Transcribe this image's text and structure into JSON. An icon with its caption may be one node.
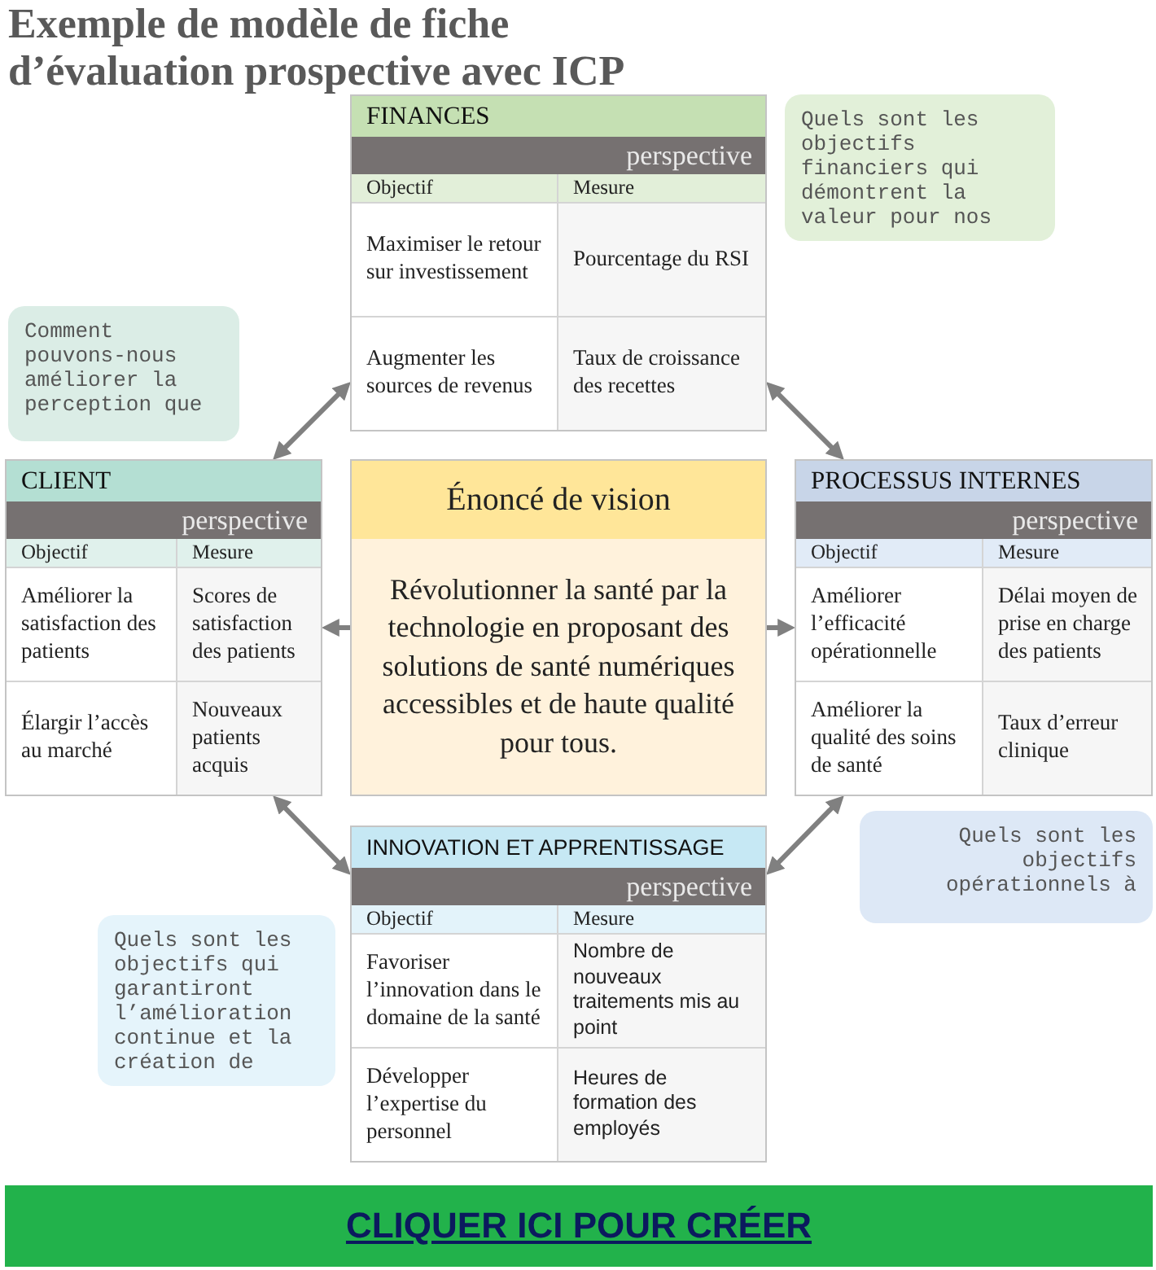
{
  "diagram": {
    "title": "Exemple de modèle de fiche d’évaluation prospective avec ICP",
    "nodes": [
      {
        "text": [
          "FINANCES",
          "perspective",
          "Objectif",
          "Mesure",
          "Maximiser le retour sur investissement",
          "Pourcentage du RSI",
          "Augmenter les sources de revenus",
          "Taux de croissance des recettes"
        ]
      },
      {
        "text": [
          "Quels sont les objectifs financiers qui démontrent la valeur pour nos"
        ]
      },
      {
        "text": [
          "Comment pouvons-nous améliorer la perception que"
        ]
      },
      {
        "text": [
          "CLIENT",
          "perspective",
          "Objectif",
          "Mesure",
          "Améliorer la satisfaction des patients",
          "Scores de satisfaction des patients",
          "Élargir l’accès au marché",
          "Nouveaux patients acquis"
        ]
      },
      {
        "text": [
          "Énoncé de vision",
          "Révolutionner la santé par la technologie en proposant des solutions de santé numériques accessibles et de haute qualité pour tous."
        ]
      },
      {
        "text": [
          "PROCESSUS INTERNES",
          "perspective",
          "Objectif",
          "Mesure",
          "Améliorer l’efficacité opérationnelle",
          "Délai moyen de prise en charge des patients",
          "Améliorer la qualité des soins de santé",
          "Taux d’erreur clinique"
        ]
      },
      {
        "text": [
          "INNOVATION ET APPRENTISSAGE",
          "perspective",
          "Objectif",
          "Mesure",
          "Favoriser l’innovation dans le domaine de la santé",
          "Nombre de nouveaux traitements mis au point",
          "Développer l’expertise du personnel",
          "Heures de formation des employés"
        ]
      },
      {
        "text": [
          "Quels sont les objectifs opérationnels à"
        ]
      },
      {
        "text": [
          "Quels sont les objectifs qui garantiront l’amélioration continue et la création de"
        ]
      },
      {
        "text": [
          "CLIQUER ICI POUR CRÉER"
        ]
      }
    ],
    "edges": [
      {
        "from": 3,
        "to": 0,
        "arrow": "both"
      },
      {
        "from": 0,
        "to": 5,
        "arrow": "both"
      },
      {
        "from": 4,
        "to": 3,
        "arrow": "to"
      },
      {
        "from": 4,
        "to": 5,
        "arrow": "to"
      },
      {
        "from": 3,
        "to": 6,
        "arrow": "both"
      },
      {
        "from": 5,
        "to": 6,
        "arrow": "both"
      }
    ]
  }
}
